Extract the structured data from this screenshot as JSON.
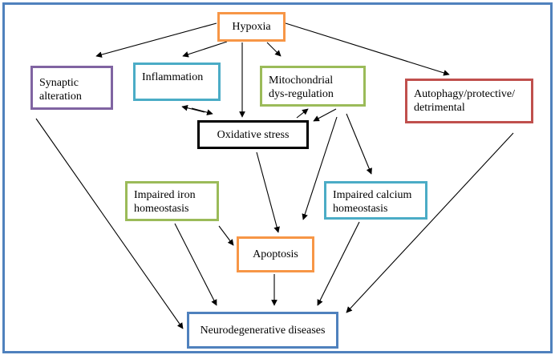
{
  "diagram": {
    "nodes": {
      "hypoxia": {
        "lines": [
          "Hypoxia"
        ],
        "color": "#f79646"
      },
      "synaptic": {
        "lines": [
          "Synaptic",
          "alteration"
        ],
        "color": "#8064a2"
      },
      "inflammation": {
        "lines": [
          "Inflammation"
        ],
        "color": "#4bacc6"
      },
      "mito": {
        "lines": [
          "Mitochondrial",
          "dys-regulation"
        ],
        "color": "#9bbb59"
      },
      "autophagy": {
        "lines": [
          "Autophagy/protective/",
          "detrimental"
        ],
        "color": "#c0504d"
      },
      "oxidative": {
        "lines": [
          "Oxidative stress"
        ],
        "color": "#000000"
      },
      "iron": {
        "lines": [
          "Impaired iron",
          "homeostasis"
        ],
        "color": "#9bbb59"
      },
      "calcium": {
        "lines": [
          "Impaired calcium",
          "homeostasis"
        ],
        "color": "#4bacc6"
      },
      "apoptosis": {
        "lines": [
          "Apoptosis"
        ],
        "color": "#f79646"
      },
      "neuro": {
        "lines": [
          "Neurodegenerative diseases"
        ],
        "color": "#4f81bd"
      }
    },
    "frame_color": "#4f81bd",
    "edges": [
      [
        "hypoxia",
        "synaptic"
      ],
      [
        "hypoxia",
        "inflammation"
      ],
      [
        "hypoxia",
        "oxidative"
      ],
      [
        "hypoxia",
        "mito"
      ],
      [
        "hypoxia",
        "autophagy"
      ],
      [
        "inflammation",
        "oxidative"
      ],
      [
        "oxidative",
        "inflammation"
      ],
      [
        "mito",
        "oxidative"
      ],
      [
        "oxidative",
        "mito"
      ],
      [
        "mito",
        "apoptosis"
      ],
      [
        "mito",
        "calcium"
      ],
      [
        "oxidative",
        "apoptosis"
      ],
      [
        "iron",
        "apoptosis"
      ],
      [
        "iron",
        "neuro"
      ],
      [
        "synaptic",
        "neuro"
      ],
      [
        "apoptosis",
        "neuro"
      ],
      [
        "calcium",
        "neuro"
      ],
      [
        "autophagy",
        "neuro"
      ]
    ]
  }
}
